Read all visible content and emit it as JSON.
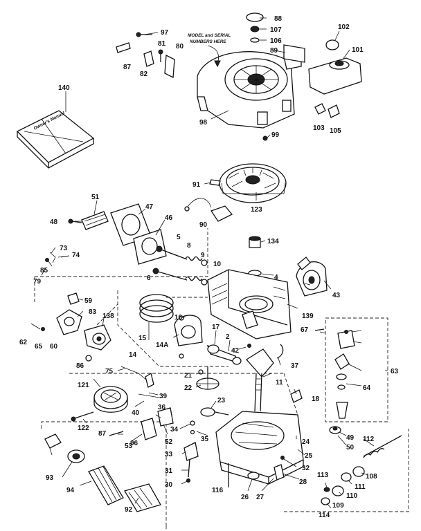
{
  "annotation": {
    "model_serial_line1": "MODEL and SERIAL",
    "model_serial_line2": "NUMBERS HERE"
  },
  "manual_label": "Owner's Manual",
  "part_numbers": [
    "88",
    "107",
    "106",
    "89",
    "97",
    "81",
    "80",
    "87",
    "82",
    "102",
    "101",
    "103",
    "105",
    "140",
    "98",
    "99",
    "91",
    "123",
    "51",
    "47",
    "48",
    "46",
    "90",
    "134",
    "5",
    "8",
    "9",
    "73",
    "74",
    "85",
    "79",
    "10",
    "6",
    "4",
    "43",
    "59",
    "16",
    "139",
    "83",
    "138",
    "62",
    "65",
    "60",
    "15",
    "14A",
    "17",
    "2",
    "42",
    "67",
    "86",
    "14",
    "75",
    "21",
    "22",
    "37",
    "11",
    "63",
    "121",
    "39",
    "40",
    "23",
    "18",
    "64",
    "122",
    "87",
    "36",
    "24",
    "49",
    "50",
    "112",
    "52",
    "53",
    "34",
    "35",
    "96",
    "33",
    "25",
    "93",
    "31",
    "113",
    "30",
    "116",
    "26",
    "27",
    "28",
    "114",
    "94",
    "92",
    "109",
    "110",
    "111",
    "108",
    "32"
  ]
}
